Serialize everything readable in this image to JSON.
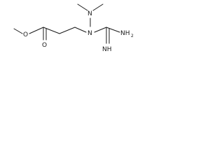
{
  "molecule": {
    "atoms": {
      "o_methoxy": "O",
      "o_carbonyl": "O",
      "n_hydrazine": "N",
      "n_dimethyl": "N",
      "nh_imine": "NH",
      "nh2_amine_n": "NH",
      "nh2_amine_sub": "2"
    },
    "bond_color": "#1a1a1a"
  }
}
